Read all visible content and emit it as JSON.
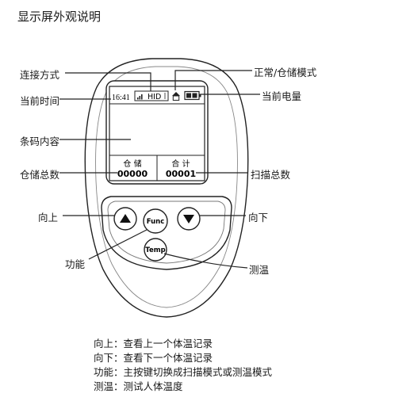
{
  "title": "显示屏外观说明",
  "screen": {
    "time": "16:41",
    "connection": "HID",
    "storage_label": "仓 储",
    "storage_value": "00000",
    "total_label": "合 计",
    "total_value": "00001"
  },
  "buttons": {
    "func": "Func",
    "temp": "Temp"
  },
  "callouts": {
    "connection_mode": "连接方式",
    "current_time": "当前时间",
    "barcode_content": "条码内容",
    "storage_total": "仓储总数",
    "normal_storage_mode": "正常/仓储模式",
    "battery": "当前电量",
    "scan_total": "扫描总数",
    "up": "向上",
    "down": "向下",
    "function": "功能",
    "temperature": "测温"
  },
  "descriptions": [
    "向上：查看上一个体温记录",
    "向下：查看下一个体温记录",
    "功能：主按键切换成扫描模式或测温模式",
    "测温：测试人体温度"
  ]
}
